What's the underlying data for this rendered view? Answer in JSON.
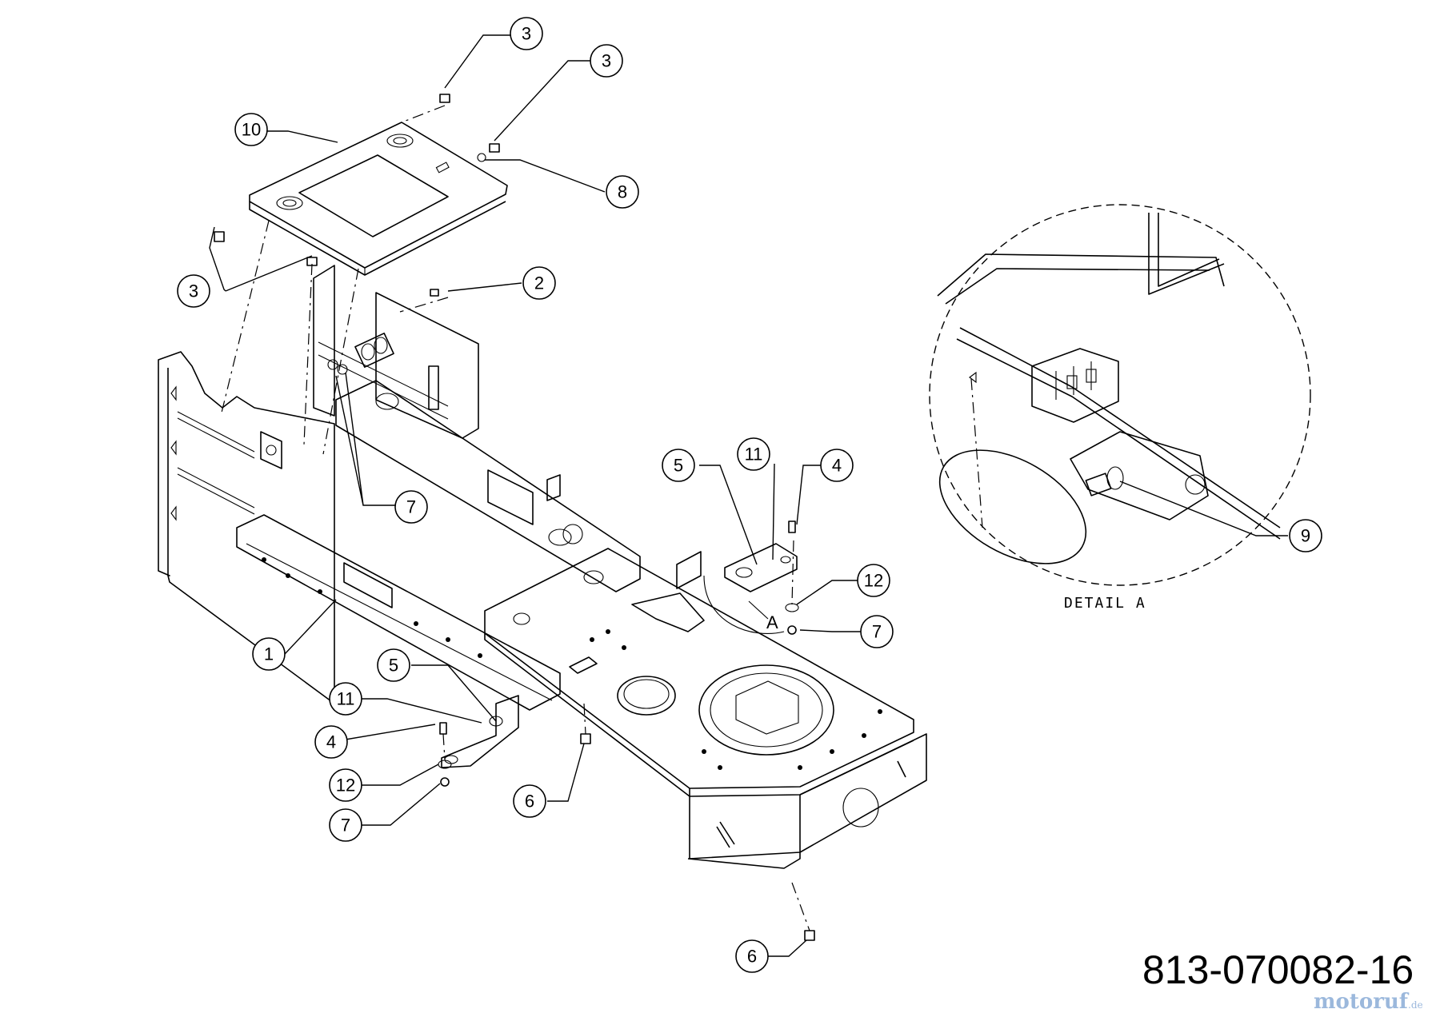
{
  "diagram": {
    "part_number": "813-070082-16",
    "detail_label": "DETAIL A",
    "detail_marker": "A",
    "watermark": {
      "name": "motoruf",
      "suffix": ".de"
    },
    "callouts": [
      "3",
      "3",
      "10",
      "8",
      "3",
      "2",
      "7",
      "1",
      "5",
      "11",
      "4",
      "12",
      "7",
      "5",
      "11",
      "4",
      "12",
      "7",
      "6",
      "6",
      "9"
    ]
  }
}
